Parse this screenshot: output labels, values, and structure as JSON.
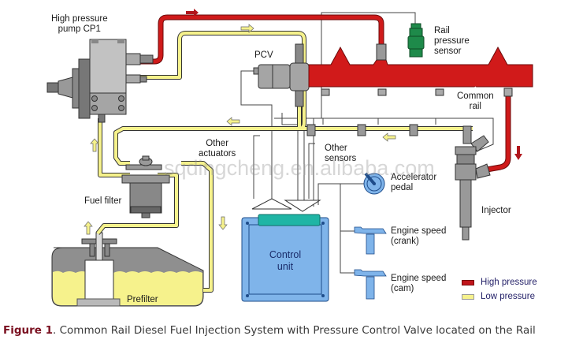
{
  "diagram": {
    "labels": {
      "pump": [
        "High pressure",
        "pump CP1"
      ],
      "pcv": "PCV",
      "rail_sensor": [
        "Rail",
        "pressure",
        "sensor"
      ],
      "common_rail": [
        "Common",
        "rail"
      ],
      "other_actuators": [
        "Other",
        "actuators"
      ],
      "other_sensors": [
        "Other",
        "sensors"
      ],
      "accelerator_pedal": [
        "Accelerator",
        "pedal"
      ],
      "fuel_filter": "Fuel filter",
      "injector": "Injector",
      "control_unit": [
        "Control",
        "unit"
      ],
      "engine_speed_crank": [
        "Engine speed",
        "(crank)"
      ],
      "engine_speed_cam": [
        "Engine speed",
        "(cam)"
      ],
      "prefilter": "Prefilter"
    },
    "legend": [
      {
        "label": "High pressure",
        "color": "#c0151b"
      },
      {
        "label": "Low pressure",
        "color": "#f6f28c"
      }
    ],
    "colors": {
      "high_pressure": "#cf1a1a",
      "low_pressure": "#f6f28c",
      "component_gray": "#a9a9a9",
      "sensor_green": "#1e8a4a",
      "electronic_blue": "#7fb4ea",
      "connector_teal": "#1fb5a5"
    },
    "watermark": "sqdingcheng.en.alibaba.com"
  },
  "caption": {
    "figure_label": "Figure 1",
    "text": ". Common Rail Diesel Fuel Injection System with Pressure Control Valve located on the Rail"
  }
}
